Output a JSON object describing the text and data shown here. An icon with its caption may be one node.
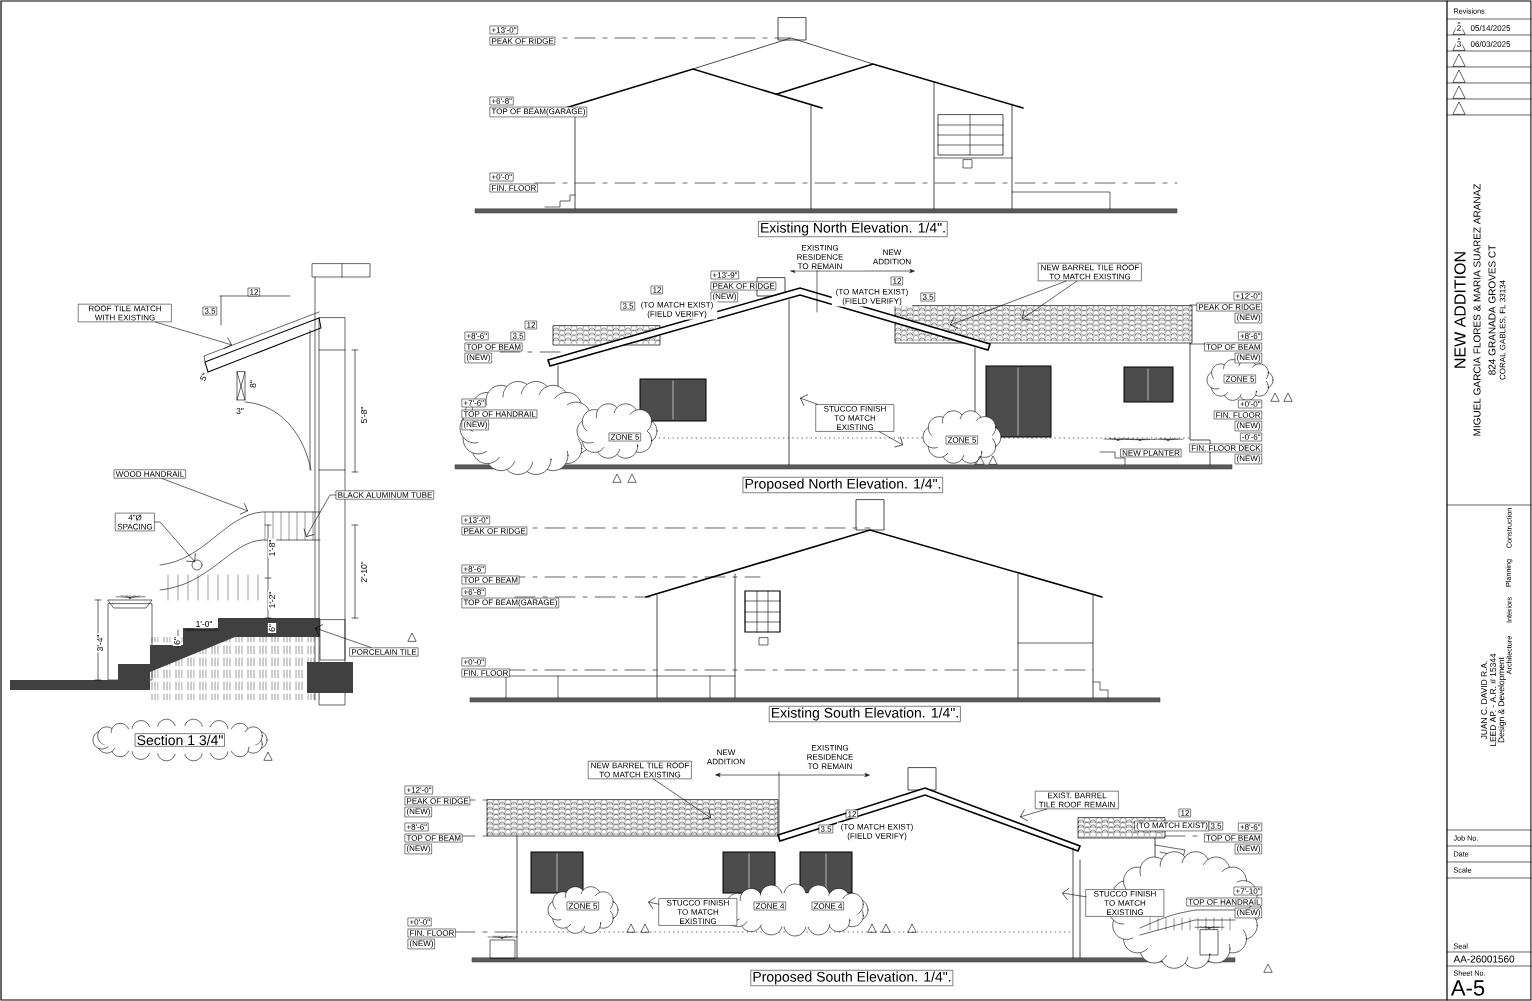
{
  "diagram": {
    "nodes": [
      {
        "text": [
          "ROOF TILE MATCH WITH EXISTING"
        ]
      },
      {
        "text": [
          "WOOD HANDRAIL"
        ]
      },
      {
        "text": [
          "BLACK ALUMINUM TUBE"
        ]
      },
      {
        "text": [
          "4\"Ø SPACING"
        ]
      },
      {
        "text": [
          "PORCELAIN TILE"
        ]
      },
      {
        "text": [
          "STUCCO FINISH TO MATCH EXISTING"
        ]
      },
      {
        "text": [
          "NEW BARREL TILE ROOF TO MATCH EXISTING"
        ]
      },
      {
        "text": [
          "NEW BARREL TILE ROOF TO MATCH EXISTING"
        ]
      },
      {
        "text": [
          "STUCCO FINISH TO MATCH EXISTING"
        ]
      },
      {
        "text": [
          "EXIST. BARREL TILE ROOF REMAIN"
        ]
      },
      {
        "text": [
          "STUCCO FINISH TO MATCH EXISTING"
        ]
      }
    ],
    "edges": [
      {
        "from": 0,
        "to": null,
        "arrow": "to"
      },
      {
        "from": 1,
        "to": null,
        "arrow": "to"
      },
      {
        "from": 2,
        "to": null,
        "arrow": "to"
      },
      {
        "from": 3,
        "to": null,
        "arrow": "to"
      },
      {
        "from": 4,
        "to": null,
        "arrow": "to"
      },
      {
        "from": 5,
        "to": null,
        "arrow": "to"
      },
      {
        "from": 5,
        "to": null,
        "arrow": "to"
      },
      {
        "from": 6,
        "to": null,
        "arrow": "to"
      },
      {
        "from": 6,
        "to": null,
        "arrow": "to"
      },
      {
        "from": 7,
        "to": null,
        "arrow": "to"
      },
      {
        "from": 8,
        "to": null,
        "arrow": "to"
      },
      {
        "from": 9,
        "to": null,
        "arrow": "to"
      },
      {
        "from": 10,
        "to": null,
        "arrow": "to"
      }
    ],
    "labels": [
      "+13'-0\"",
      "PEAK OF RIDGE",
      "+6'-8\"",
      "TOP OF BEAM(GARAGE)",
      "+0'-0\"",
      "FIN. FLOOR",
      "Existing North Elevation.  1/4\".",
      "EXISTING RESIDENCE TO REMAIN",
      "NEW ADDITION",
      "+13'-9\"",
      "PEAK OF RIDGE",
      "(NEW)",
      "12",
      "3.5",
      "(TO MATCH EXIST) (FIELD VERIFY)",
      "12",
      "(TO MATCH EXIST) (FIELD VERIFY)",
      "3.5",
      "12",
      "+8'-6\"",
      "3.5",
      "TOP OF BEAM",
      "(NEW)",
      "+7'-6\"",
      "TOP OF HANDRAIL",
      "(NEW)",
      "ZONE 5",
      "ZONE 5",
      "ZONE 5",
      "NEW PLANTER",
      "+12'-0\"",
      "PEAK OF RIDGE",
      "(NEW)",
      "+8'-6\"",
      "TOP OF BEAM",
      "(NEW)",
      "+0'-0\"",
      "FIN. FLOOR",
      "(NEW)",
      "-0'-6\"",
      "FIN. FLOOR DECK",
      "(NEW)",
      "Proposed North Elevation.  1/4\".",
      "+13'-0\"",
      "PEAK OF RIDGE",
      "+8'-6\"",
      "TOP OF BEAM",
      "+6'-8\"",
      "TOP OF BEAM(GARAGE)",
      "+0'-0\"",
      "FIN. FLOOR",
      "Existing South Elevation.  1/4\".",
      "NEW ADDITION",
      "EXISTING RESIDENCE TO REMAIN",
      "+12'-0\"",
      "PEAK OF RIDGE",
      "(NEW)",
      "+8'-6\"",
      "TOP OF BEAM",
      "(NEW)",
      "12",
      "3.5",
      "(TO MATCH EXIST) (FIELD VERIFY)",
      "12",
      "(TO MATCH EXIST)",
      "3.5",
      "+8'-6\"",
      "TOP OF BEAM",
      "(NEW)",
      "+7'-10\"",
      "TOP OF HANDRAIL",
      "(NEW)",
      "ZONE 5",
      "ZONE 4",
      "ZONE 4",
      "+0'-0\"",
      "FIN. FLOOR",
      "(NEW)",
      "Proposed South Elevation.  1/4\".",
      "12",
      "3.5",
      "5'-8\"",
      "8\"",
      "5\"",
      "3\"",
      "1'-8\"",
      "2'-10\"",
      "1'-2\"",
      "1'-0\"",
      "6\"",
      "6\"",
      "3'-4\"",
      "Section 1   3/4\"",
      "Revisions",
      "2",
      "05/14/2025",
      "3",
      "06/03/2025",
      "NEW ADDITION",
      "MIGUEL GARCIA FLORES & MARIA SUAREZ ARANAZ",
      "824 GRANADA GROVES CT",
      "CORAL GABLES, FL 33134",
      "JUAN C. DAVID R.A.",
      "LEED AP. - A.R. # 15344",
      "Design & Development",
      "Architecture",
      "Interiors",
      "Planning",
      "Construction",
      "Job No.",
      "Date",
      "Scale",
      "Seal",
      "AA-26001560",
      "Sheet No.",
      "A-5"
    ]
  }
}
